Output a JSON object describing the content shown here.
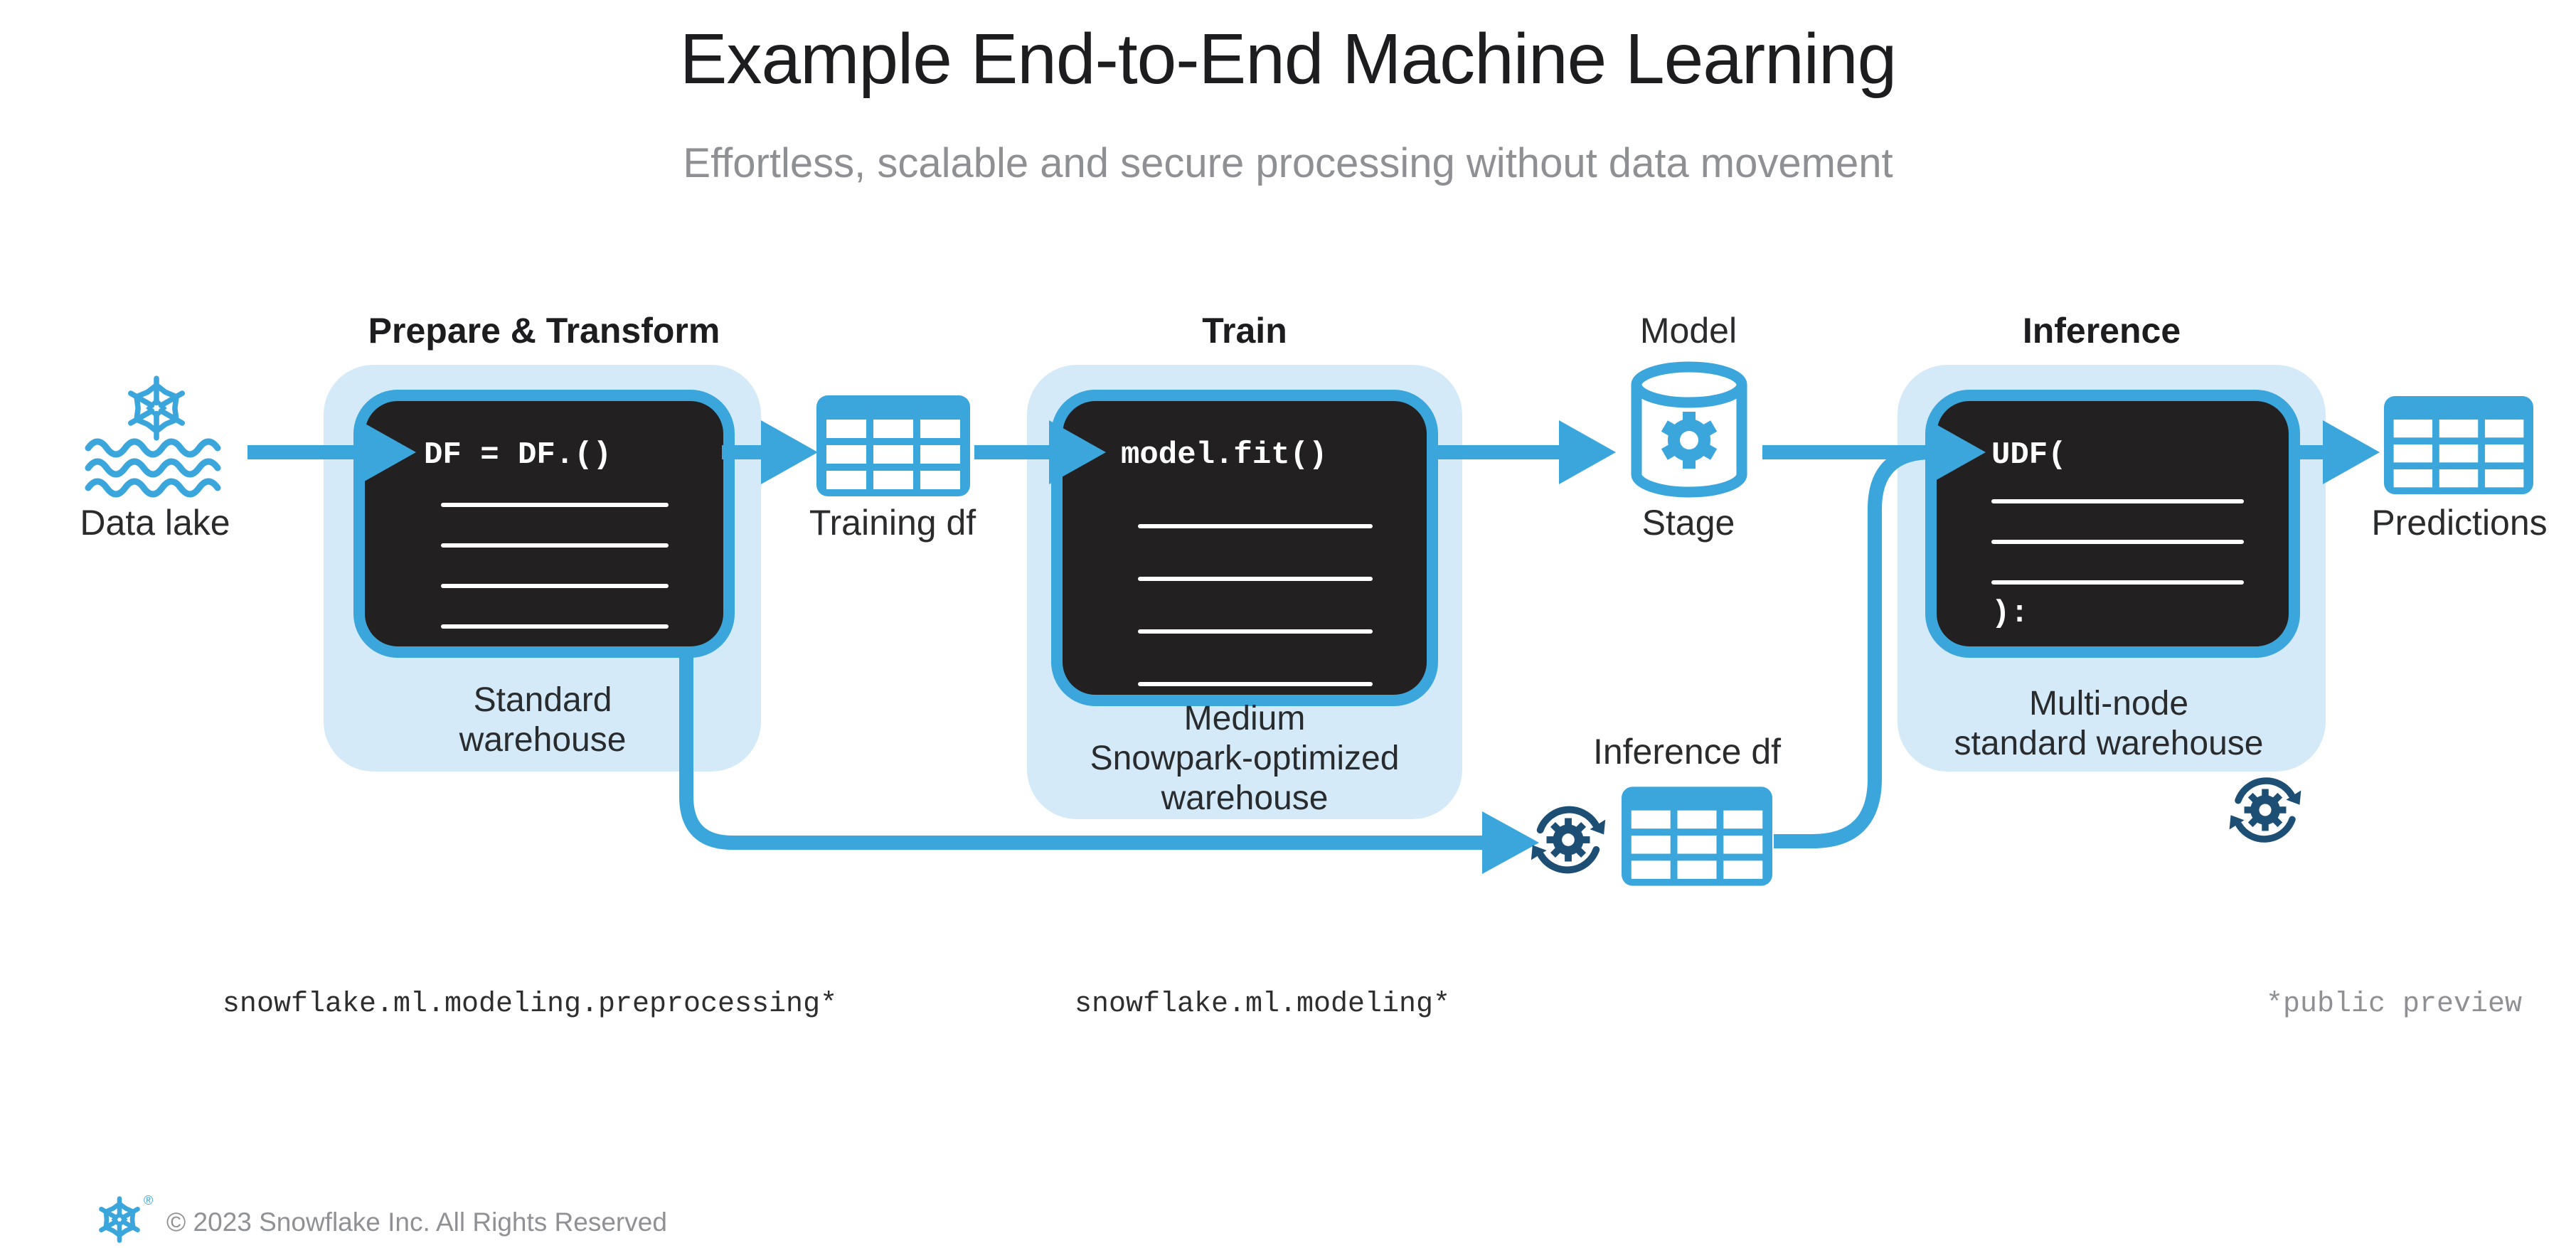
{
  "colors": {
    "accent": "#3aa6db",
    "light_box": "#d5eaf8",
    "code_bg": "#232021",
    "navy": "#1d4e74",
    "title_text": "#1d1d1f",
    "muted_text": "#8e9093",
    "label_text": "#2a2b2d",
    "footer_text": "#8f9194"
  },
  "header": {
    "title": "Example End-to-End Machine Learning",
    "subtitle": "Effortless, scalable and secure processing without data movement"
  },
  "stages": {
    "prepare": {
      "heading": "Prepare & Transform",
      "code": "DF = DF.()",
      "warehouse": "Standard\nwarehouse",
      "annotation": "snowflake.ml.modeling.preprocessing*"
    },
    "train": {
      "heading": "Train",
      "code": "model.fit()",
      "warehouse": "Medium\nSnowpark-optimized\nwarehouse",
      "annotation": "snowflake.ml.modeling*"
    },
    "inference": {
      "heading": "Inference",
      "code_open": "UDF(",
      "code_close": "):",
      "warehouse": "Multi-node\nstandard warehouse"
    }
  },
  "nodes": {
    "data_lake": "Data lake",
    "training_df": "Training df",
    "model": "Model",
    "stage": "Stage",
    "inference_df": "Inference df",
    "predictions": "Predictions"
  },
  "icons": {
    "data_lake": "snowflake-over-waves-icon",
    "dataframe": "table-grid-icon",
    "model_stage": "database-cylinder-gear-icon",
    "automation": "gear-sync-arrows-icon",
    "logo": "snowflake-logo"
  },
  "footnote": "*public preview",
  "footer": {
    "copyright": "© 2023 Snowflake Inc. All Rights Reserved"
  }
}
